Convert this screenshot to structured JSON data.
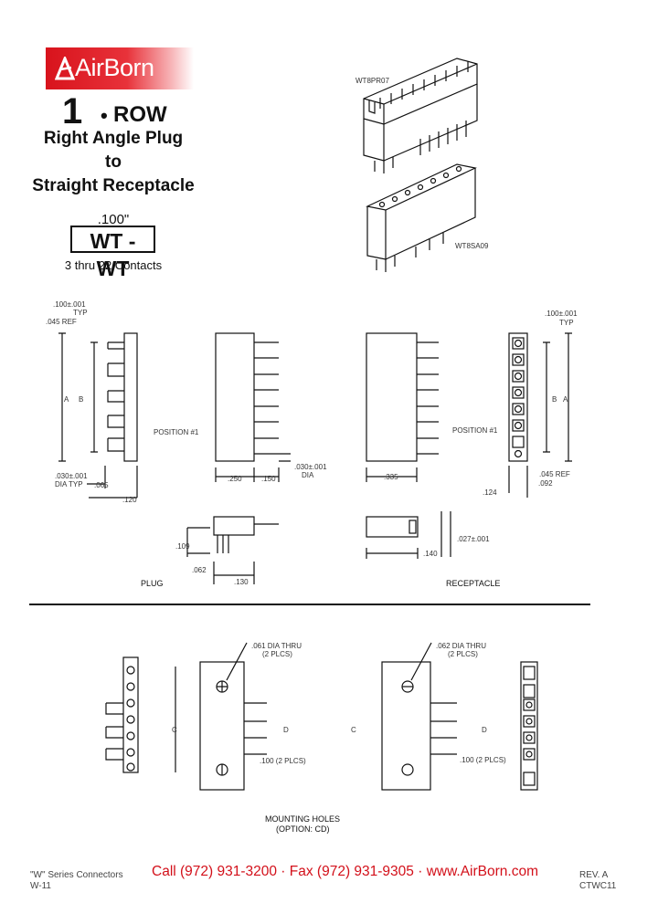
{
  "brand": {
    "name": "AirBorn",
    "color": "#d8131c"
  },
  "title": {
    "number": "1",
    "dot": "•",
    "row": "ROW",
    "line2": "Right Angle Plug",
    "line3": "to",
    "line4": "Straight Receptacle",
    "pitch": ".100\"",
    "series": "WT - WT",
    "contacts": "3 thru 22 Contacts"
  },
  "iso_labels": {
    "plug_part": "WT8PR07",
    "receptacle_part": "WT8SA09"
  },
  "dims": {
    "typ_pitch_left": ".100±.001",
    "typ_left": "TYP",
    "ref_left": ".045 REF",
    "a_left": "A",
    "b_left": "B",
    "position_1_left": "POSITION #1",
    "dia_left": ".030±.001",
    "dia_typ_left": "DIA TYP",
    "d065": ".065",
    "d120": ".120",
    "d250": ".250",
    "d150": ".150",
    "dia_mid": ".030±.001",
    "dia_mid2": "DIA",
    "d335": ".335",
    "typ_pitch_right": ".100±.001",
    "typ_right": "TYP",
    "b_right": "B",
    "a_right": "A",
    "position_1_right": "POSITION #1",
    "ref_right": ".045 REF",
    "d124": ".124",
    "d092": ".092",
    "d109": ".109",
    "d062": ".062",
    "d130": ".130",
    "d140": ".140",
    "d027": ".027±.001",
    "plug_label": "PLUG",
    "receptacle_label": "RECEPTACLE"
  },
  "mounting": {
    "hole1": ".061 DIA THRU",
    "hole1b": "(2 PLCS)",
    "hole2": ".062 DIA THRU",
    "hole2b": "(2 PLCS)",
    "c_left": "C",
    "d_left": "D",
    "c_right": "C",
    "d_right": "D",
    "pitch1": ".100 (2 PLCS)",
    "pitch2": ".100 (2 PLCS)",
    "caption1": "MOUNTING HOLES",
    "caption2": "(OPTION: CD)"
  },
  "footer": {
    "series": "\"W\" Series Connectors",
    "page": "W-11",
    "phone": "Call (972) 931-3200 · Fax (972) 931-9305 · www.AirBorn.com",
    "rev": "REV. A",
    "code": "CTWC11"
  }
}
